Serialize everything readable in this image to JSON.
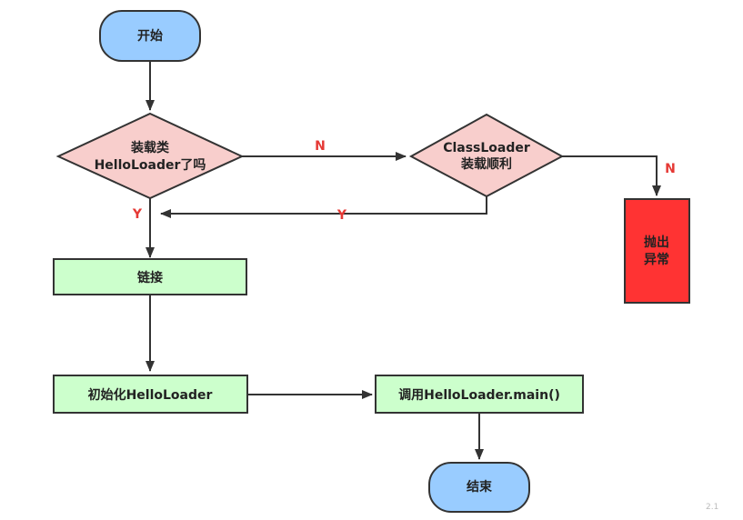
{
  "nodes": {
    "start": {
      "label": "开始"
    },
    "check_loaded": {
      "lines": [
        "装载类",
        "HelloLoader了吗"
      ]
    },
    "classloader_load": {
      "lines": [
        "ClassLoader",
        "装载顺利"
      ]
    },
    "throw_exception": {
      "lines": [
        "抛出",
        "异常"
      ]
    },
    "link": {
      "label": "链接"
    },
    "init": {
      "label": "初始化HelloLoader"
    },
    "call_main": {
      "label": "调用HelloLoader.main()"
    },
    "end": {
      "label": "结束"
    }
  },
  "edges": {
    "check_no": "N",
    "check_yes": "Y",
    "load_no": "N",
    "load_yes": "Y"
  },
  "watermark": "2.1",
  "colors": {
    "terminal": "#99ccff",
    "decision": "#f8cecc",
    "process": "#ccffcc",
    "error": "#ff3333",
    "line": "#333333",
    "edge_label": "#e53935"
  }
}
